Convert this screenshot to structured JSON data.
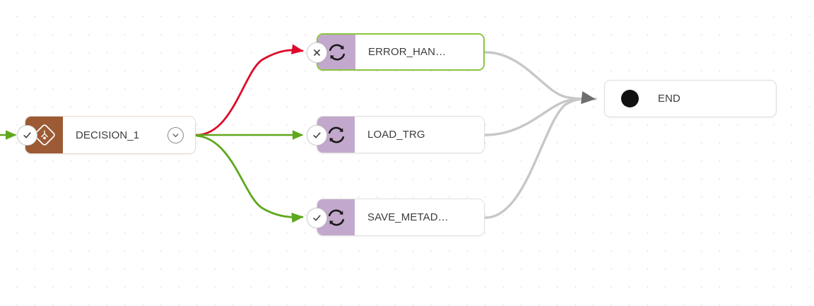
{
  "canvas": {
    "grid": "dot-grid",
    "background_color": "#ffffff",
    "dot_color": "#e3e3e3"
  },
  "colors": {
    "decision_accent": "#9c5b35",
    "task_accent": "#c3a8cd",
    "success_border": "#8cc63f",
    "edge_success": "#5fa81e",
    "edge_error": "#dd0b2a",
    "edge_default": "#c7c7c7",
    "label_text": "#3d3d3d",
    "end_dot": "#111111"
  },
  "nodes": {
    "decision": {
      "label": "DECISION_1",
      "icon": "decision-diamond-icon",
      "status": "success",
      "status_icon": "check-icon",
      "expand_icon": "chevron-down-icon",
      "accent": "#9c5b35"
    },
    "error_handler": {
      "label": "ERROR_HAN…",
      "icon": "sync-refresh-icon",
      "status": "error",
      "status_icon": "x-icon",
      "accent": "#c3a8cd",
      "border": "#8cc63f"
    },
    "load_target": {
      "label": "LOAD_TRG",
      "icon": "sync-refresh-icon",
      "status": "success",
      "status_icon": "check-icon",
      "accent": "#c3a8cd",
      "border": "#e0e0e0"
    },
    "save_metadata": {
      "label": "SAVE_METAD…",
      "icon": "sync-refresh-icon",
      "status": "success",
      "status_icon": "check-icon",
      "accent": "#c3a8cd",
      "border": "#e0e0e0"
    },
    "end": {
      "label": "END",
      "icon": "end-dot-icon",
      "border": "#dddddd"
    }
  },
  "edges": [
    {
      "name": "entry-to-decision",
      "from": "canvas-left",
      "to": "decision",
      "color": "#5fa81e",
      "style": "straight-arrow"
    },
    {
      "name": "decision-to-error",
      "from": "decision",
      "to": "error_handler",
      "color": "#dd0b2a",
      "style": "bezier-arrow"
    },
    {
      "name": "decision-to-load",
      "from": "decision",
      "to": "load_target",
      "color": "#5fa81e",
      "style": "straight-arrow"
    },
    {
      "name": "decision-to-save",
      "from": "decision",
      "to": "save_metadata",
      "color": "#5fa81e",
      "style": "bezier-arrow"
    },
    {
      "name": "error-to-end",
      "from": "error_handler",
      "to": "end",
      "color": "#c7c7c7",
      "style": "bezier"
    },
    {
      "name": "load-to-end",
      "from": "load_target",
      "to": "end",
      "color": "#c7c7c7",
      "style": "bezier"
    },
    {
      "name": "save-to-end",
      "from": "save_metadata",
      "to": "end",
      "color": "#c7c7c7",
      "style": "bezier-arrow"
    }
  ]
}
